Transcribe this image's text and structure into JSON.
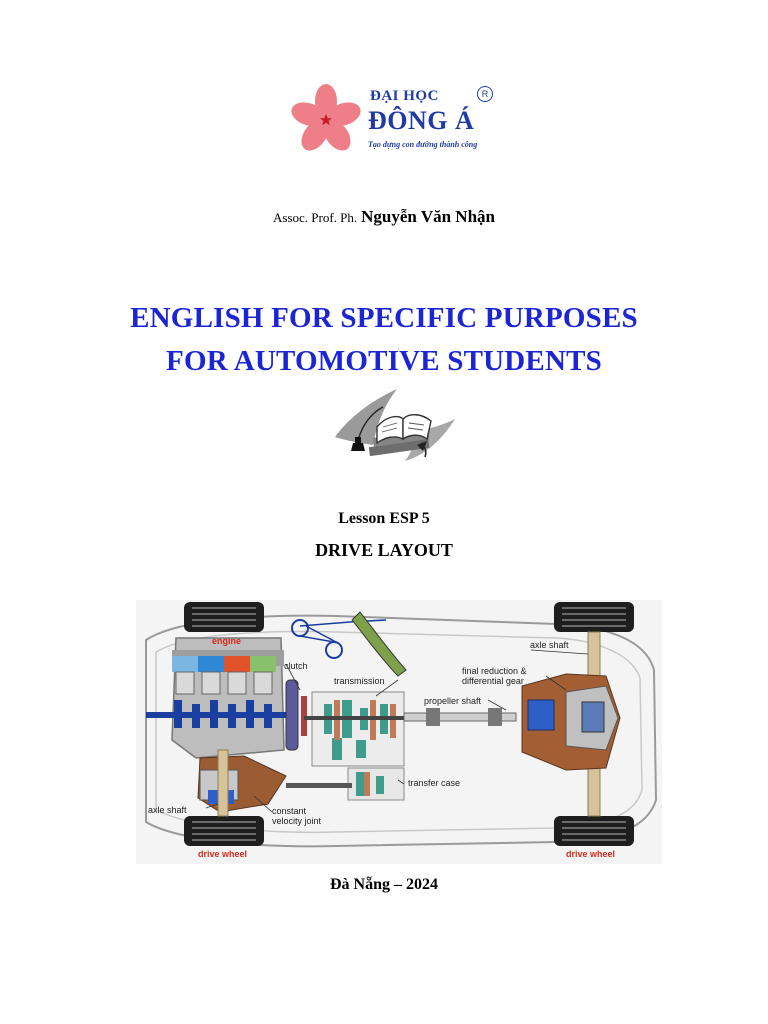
{
  "logo": {
    "line1": "ĐẠI HỌC",
    "line2": "ĐÔNG Á",
    "tagline": "Tạo dựng con đường thành công",
    "registered": "R",
    "brand_color": "#1f3aa6",
    "flower_color": "#ee7f88"
  },
  "author": {
    "prefix": "Assoc. Prof. Ph.",
    "name": "Nguyễn Văn Nhận"
  },
  "title": {
    "line1": "ENGLISH FOR SPECIFIC PURPOSES",
    "line2": "FOR AUTOMOTIVE STUDENTS",
    "color": "#1c25d6"
  },
  "lesson": {
    "label": "Lesson ESP 5",
    "topic": "DRIVE LAYOUT"
  },
  "diagram": {
    "labels": {
      "engine": "engine",
      "clutch": "clutch",
      "transmission": "transmission",
      "axle_shaft_top": "axle shaft",
      "final_reduction_1": "final reduction &",
      "final_reduction_2": "differential gear",
      "propeller_shaft": "propeller shaft",
      "transfer_case": "transfer case",
      "axle_shaft_bottom": "axle shaft",
      "constant_velocity_1": "constant",
      "constant_velocity_2": "velocity joint",
      "drive_wheel_left": "drive wheel",
      "drive_wheel_right": "drive wheel"
    }
  },
  "footer": {
    "place_date": "Đà Nẵng – 2024"
  }
}
